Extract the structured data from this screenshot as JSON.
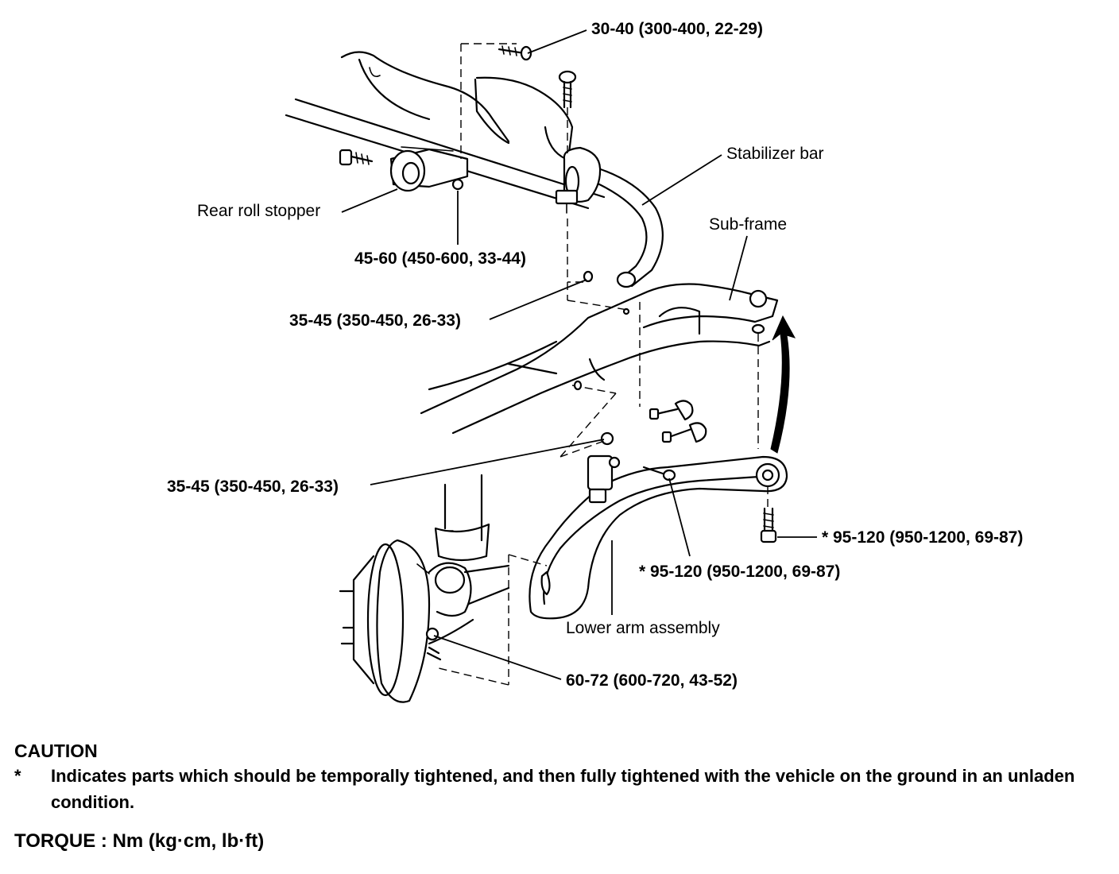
{
  "labels": {
    "torque_30_40": "30-40 (300-400, 22-29)",
    "stabilizer_bar": "Stabilizer bar",
    "rear_roll_stopper": "Rear roll stopper",
    "sub_frame": "Sub-frame",
    "torque_45_60": "45-60 (450-600, 33-44)",
    "torque_35_45_upper": "35-45 (350-450, 26-33)",
    "torque_35_45_lower": "35-45 (350-450, 26-33)",
    "torque_95_120_right": "* 95-120 (950-1200, 69-87)",
    "torque_95_120_center": "* 95-120 (950-1200, 69-87)",
    "lower_arm_assembly": "Lower arm assembly",
    "torque_60_72": "60-72 (600-720, 43-52)"
  },
  "caution": {
    "title": "CAUTION",
    "marker": "*",
    "text": "Indicates parts which should be temporally tightened, and then fully tightened with the vehicle on the ground in an unladen condition."
  },
  "torque_units": "TORQUE : Nm (kg·cm, lb·ft)"
}
